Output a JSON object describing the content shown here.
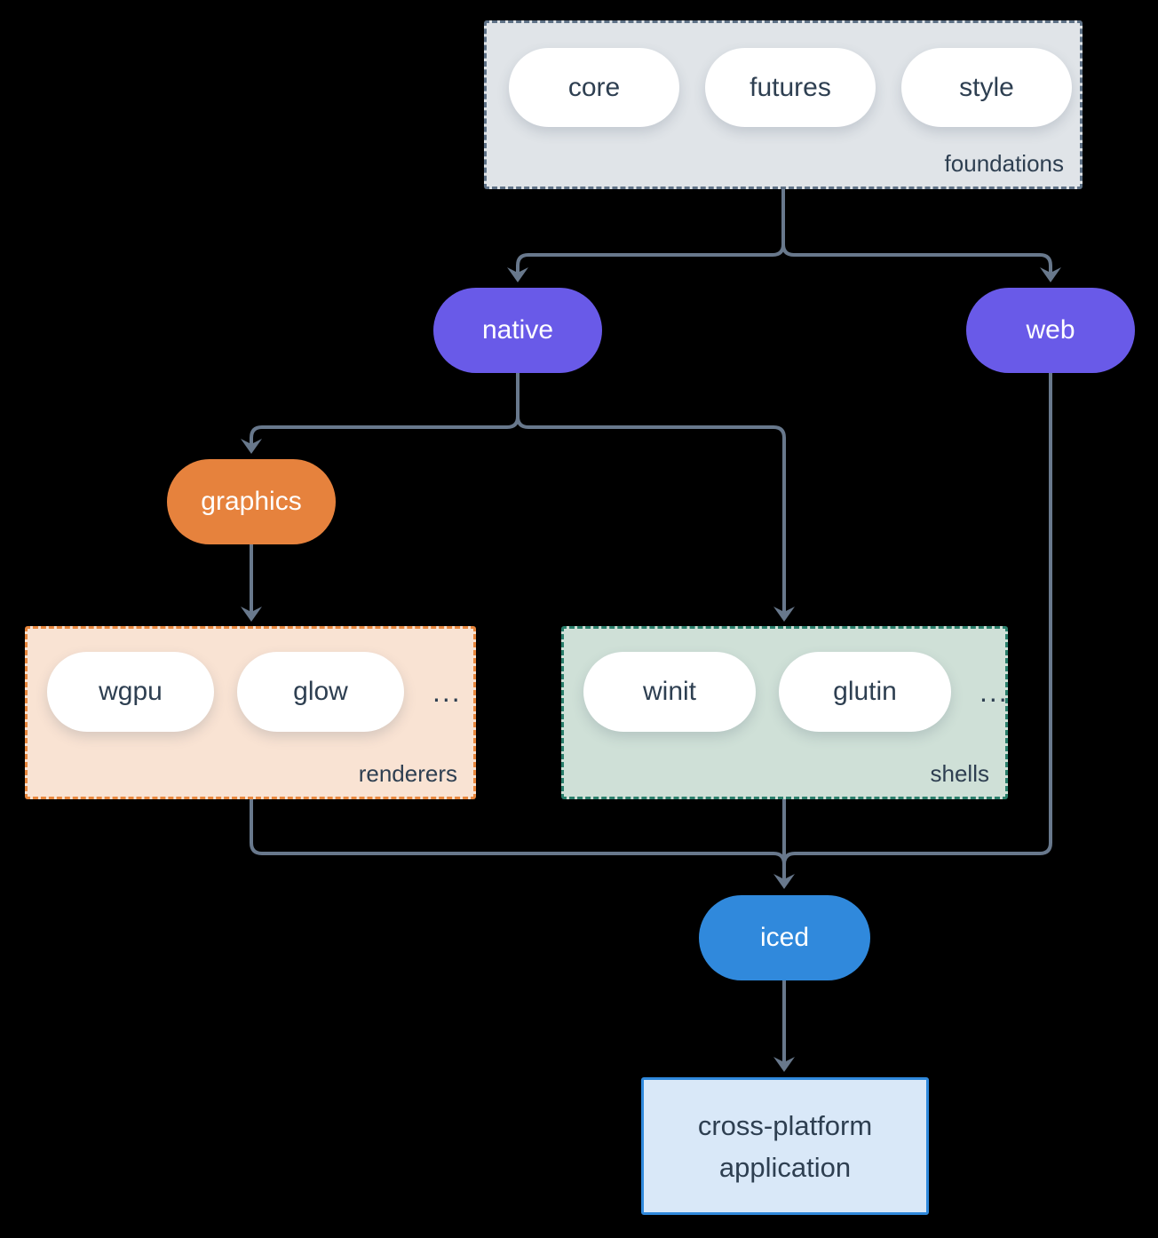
{
  "diagram": {
    "groups": {
      "foundations": {
        "label": "foundations",
        "pills": [
          "core",
          "futures",
          "style"
        ]
      },
      "renderers": {
        "label": "renderers",
        "pills": [
          "wgpu",
          "glow"
        ],
        "more": "..."
      },
      "shells": {
        "label": "shells",
        "pills": [
          "winit",
          "glutin"
        ],
        "more": "..."
      }
    },
    "nodes": {
      "native": "native",
      "web": "web",
      "graphics": "graphics",
      "iced": "iced",
      "app": "cross-platform application"
    },
    "colors": {
      "background": "#000000",
      "edge": "#68788c",
      "purple": "#695ae8",
      "orange": "#e6823d",
      "blue": "#3089dc",
      "text-dark": "#2e3f51",
      "pill-fill": "#ffffff",
      "foundations-fill": "#e0e4e8",
      "foundations-border": "#5e7186",
      "renderers-fill": "#f9e3d3",
      "renderers-border": "#e8873d",
      "shells-fill": "#cfe0d7",
      "shells-border": "#2a7f6c",
      "app-fill": "#d9e8f8",
      "app-border": "#3089dc"
    }
  }
}
